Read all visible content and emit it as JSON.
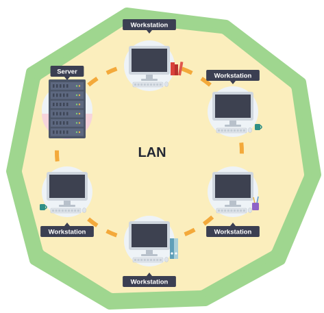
{
  "network": {
    "label": "LAN",
    "colors": {
      "outer_ring": "#9fd68f",
      "inner_fill": "#fbeebd",
      "links": "#f3a93b",
      "node_circle": "#eef3f7",
      "server_circle": "#f6d4dc",
      "tag_bg": "#3b3f52",
      "tag_text": "#ffffff",
      "monitor_frame": "#cfd6de",
      "screen": "#3d4150",
      "server_body": "#4b5568",
      "label_text": "#232733"
    },
    "nodes": [
      {
        "label": "Workstation",
        "role": "workstation",
        "accessory": "books"
      },
      {
        "label": "Workstation",
        "role": "workstation",
        "accessory": "mug"
      },
      {
        "label": "Workstation",
        "role": "workstation",
        "accessory": "pencil-cup"
      },
      {
        "label": "Workstation",
        "role": "workstation",
        "accessory": "binders"
      },
      {
        "label": "Workstation",
        "role": "workstation",
        "accessory": "mug"
      },
      {
        "label": "Server",
        "role": "server",
        "accessory": ""
      }
    ]
  }
}
